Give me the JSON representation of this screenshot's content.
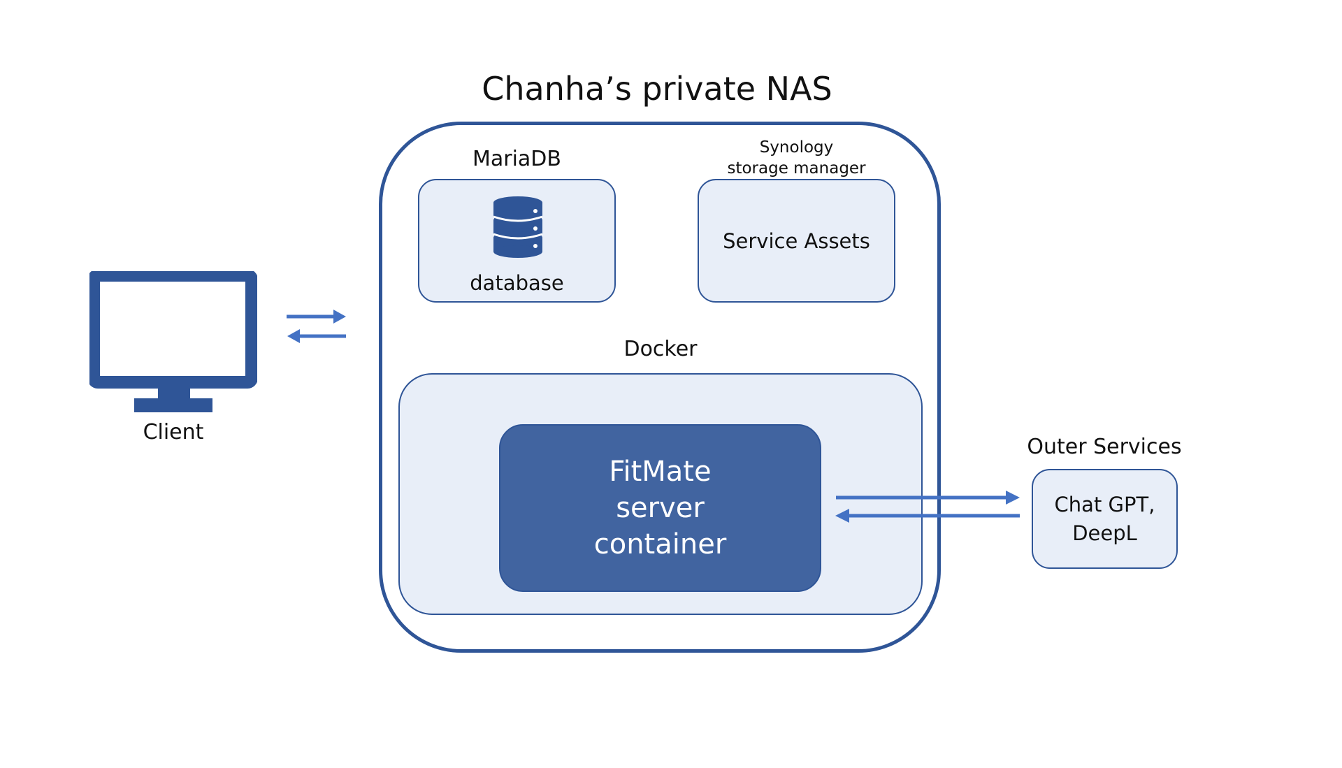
{
  "title": "Chanha’s private NAS",
  "client": {
    "label": "Client",
    "icon": "monitor-icon"
  },
  "mariadb": {
    "label": "MariaDB",
    "inner_label": "database",
    "icon": "database-icon"
  },
  "storage": {
    "label_line1": "Synology",
    "label_line2": "storage manager",
    "inner_label": "Service Assets"
  },
  "docker": {
    "label": "Docker"
  },
  "fitmate": {
    "line1": "FitMate",
    "line2": "server",
    "line3": "container"
  },
  "outer_services": {
    "label": "Outer Services",
    "line1": "Chat GPT,",
    "line2": "DeepL"
  },
  "colors": {
    "primary": "#2f5597",
    "container_fill": "#4164a0",
    "box_fill": "#e8eef8",
    "arrow": "#4472c4"
  }
}
